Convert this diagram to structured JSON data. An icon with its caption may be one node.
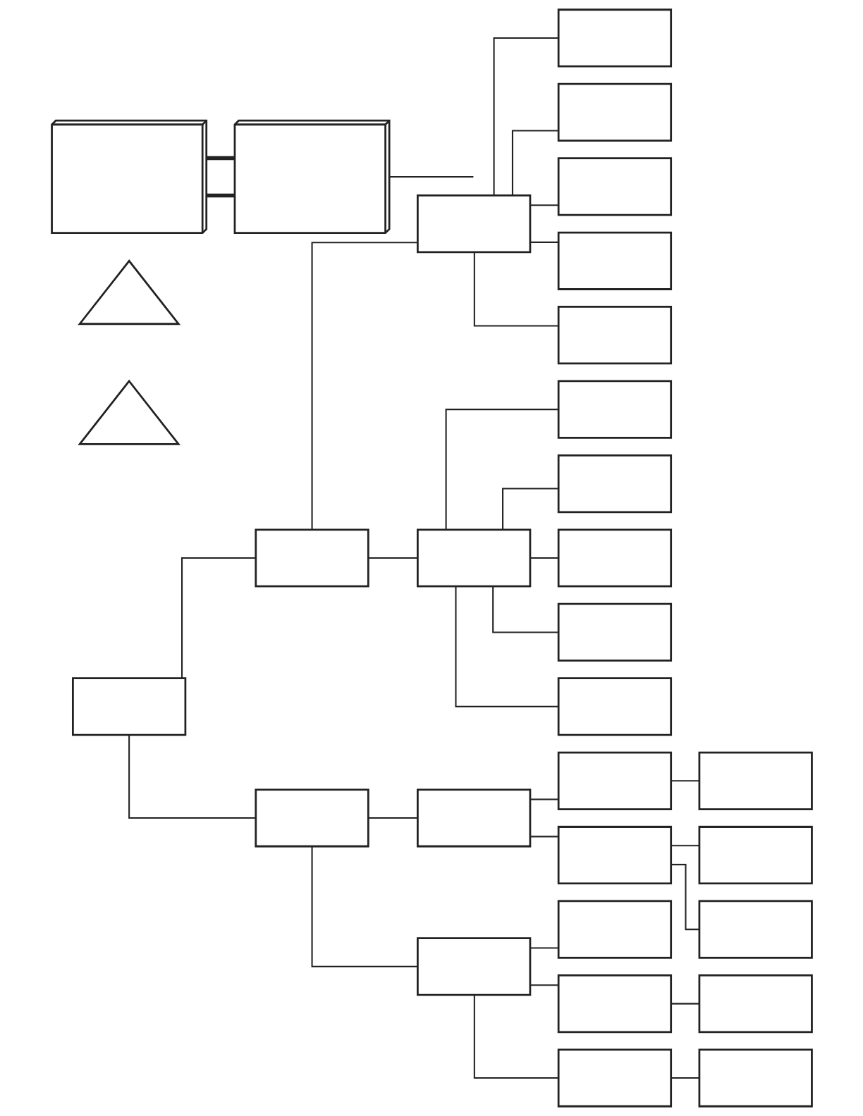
{
  "diagram": {
    "nodes": [
      {
        "text": [],
        "shape": "box"
      },
      {
        "text": [],
        "shape": "box"
      },
      {
        "text": [],
        "shape": "box"
      },
      {
        "text": [],
        "shape": "box"
      },
      {
        "text": [],
        "shape": "box"
      },
      {
        "text": [],
        "shape": "box"
      },
      {
        "text": [],
        "shape": "box"
      },
      {
        "text": [],
        "shape": "box"
      },
      {
        "text": [],
        "shape": "box"
      },
      {
        "text": [],
        "shape": "box"
      },
      {
        "text": [],
        "shape": "box"
      },
      {
        "text": [],
        "shape": "box"
      },
      {
        "text": [],
        "shape": "box"
      },
      {
        "text": [],
        "shape": "box"
      },
      {
        "text": [],
        "shape": "box"
      },
      {
        "text": [],
        "shape": "box"
      },
      {
        "text": [],
        "shape": "box"
      },
      {
        "text": [],
        "shape": "box"
      },
      {
        "text": [],
        "shape": "box"
      },
      {
        "text": [],
        "shape": "box"
      },
      {
        "text": [],
        "shape": "box"
      },
      {
        "text": [],
        "shape": "box"
      },
      {
        "text": [],
        "shape": "box"
      },
      {
        "text": [],
        "shape": "box"
      },
      {
        "text": [],
        "shape": "box"
      },
      {
        "text": [],
        "shape": "box"
      },
      {
        "text": [],
        "shape": "box"
      },
      {
        "text": [],
        "shape": "triangle"
      },
      {
        "text": [],
        "shape": "triangle"
      },
      {
        "text": [],
        "shape": "picture"
      },
      {
        "text": [],
        "shape": "picture"
      }
    ],
    "edges": [
      {
        "from": 0,
        "to": 1,
        "arrow": "none"
      },
      {
        "from": 0,
        "to": 14,
        "arrow": "none"
      },
      {
        "from": 1,
        "to": 2,
        "arrow": "none"
      },
      {
        "from": 1,
        "to": 8,
        "arrow": "none"
      },
      {
        "from": 2,
        "to": 3,
        "arrow": "none"
      },
      {
        "from": 2,
        "to": 4,
        "arrow": "none"
      },
      {
        "from": 2,
        "to": 5,
        "arrow": "none"
      },
      {
        "from": 2,
        "to": 6,
        "arrow": "none"
      },
      {
        "from": 2,
        "to": 7,
        "arrow": "none"
      },
      {
        "from": 8,
        "to": 9,
        "arrow": "none"
      },
      {
        "from": 8,
        "to": 10,
        "arrow": "none"
      },
      {
        "from": 8,
        "to": 11,
        "arrow": "none"
      },
      {
        "from": 8,
        "to": 12,
        "arrow": "none"
      },
      {
        "from": 8,
        "to": 13,
        "arrow": "none"
      },
      {
        "from": 14,
        "to": 15,
        "arrow": "none"
      },
      {
        "from": 14,
        "to": 21,
        "arrow": "none"
      },
      {
        "from": 15,
        "to": 16,
        "arrow": "none"
      },
      {
        "from": 15,
        "to": 18,
        "arrow": "none"
      },
      {
        "from": 16,
        "to": 17,
        "arrow": "none"
      },
      {
        "from": 18,
        "to": 19,
        "arrow": "none"
      },
      {
        "from": 18,
        "to": 20,
        "arrow": "none"
      },
      {
        "from": 21,
        "to": 22,
        "arrow": "none"
      },
      {
        "from": 21,
        "to": 23,
        "arrow": "none"
      },
      {
        "from": 21,
        "to": 25,
        "arrow": "none"
      },
      {
        "from": 23,
        "to": 24,
        "arrow": "none"
      },
      {
        "from": 25,
        "to": 26,
        "arrow": "none"
      },
      {
        "from": 29,
        "to": 30,
        "arrow": "none",
        "style": "thick"
      },
      {
        "from": 29,
        "to": 30,
        "arrow": "none",
        "style": "thick"
      },
      {
        "from": 30,
        "to": null,
        "arrow": "none"
      }
    ]
  }
}
